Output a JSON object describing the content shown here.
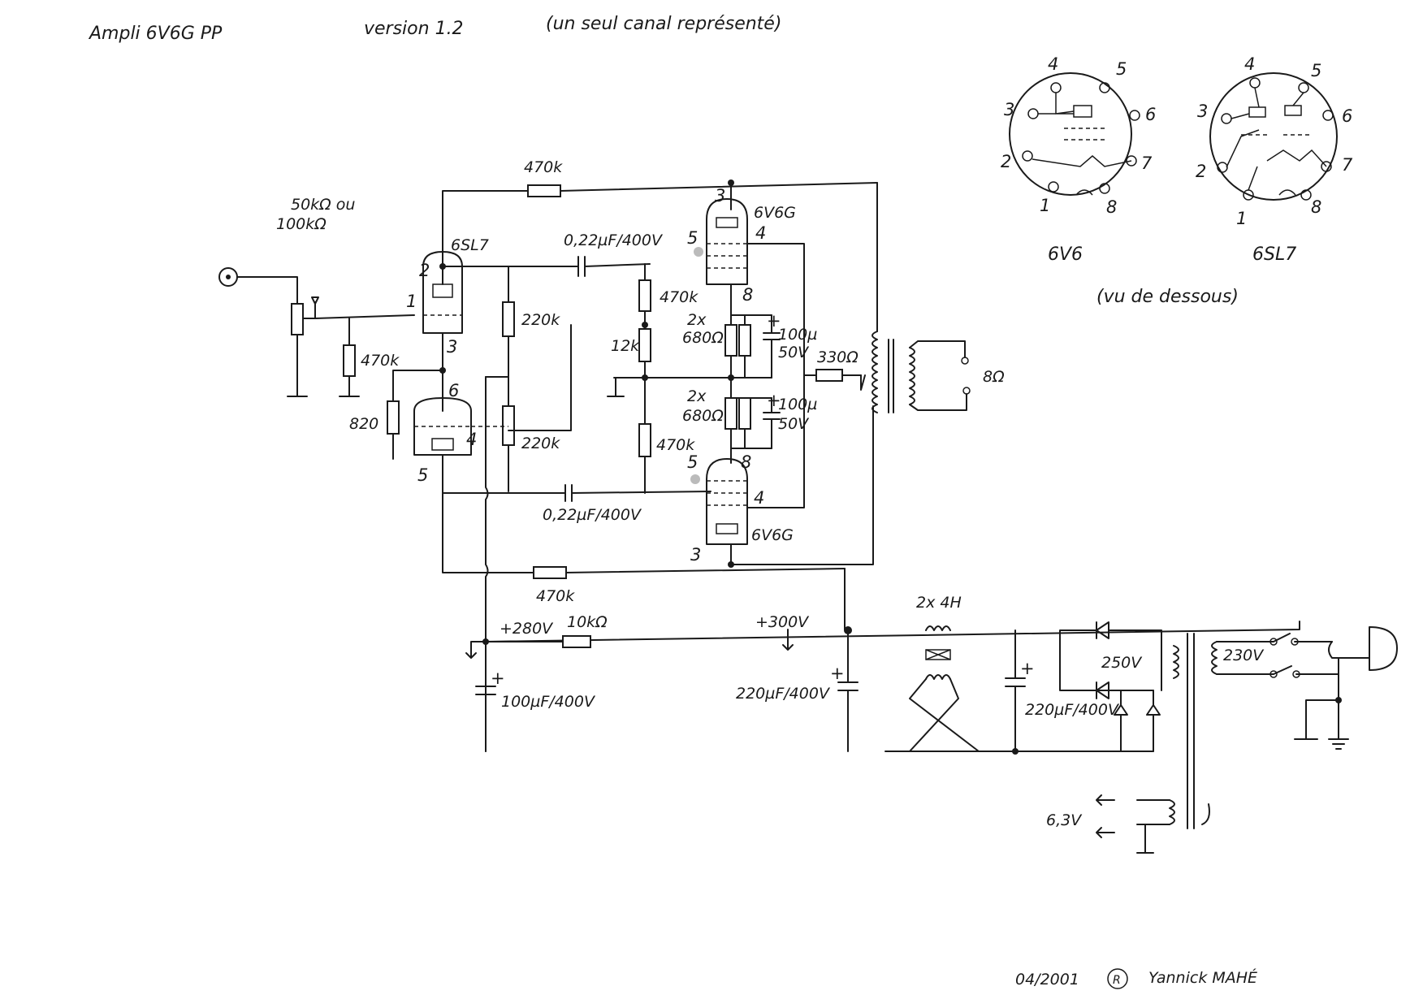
{
  "title": {
    "name": "Ampli 6V6G PP",
    "version": "version 1.2",
    "note": "(un seul canal représenté)"
  },
  "footer": {
    "date": "04/2001",
    "copyright_symbol": "R",
    "author": "Yannick MAHÉ"
  },
  "pinouts": {
    "caption": "(vu de dessous)",
    "tube_6v6": {
      "name": "6V6",
      "pins": [
        "1",
        "2",
        "3",
        "4",
        "5",
        "6",
        "7",
        "8"
      ]
    },
    "tube_6sl7": {
      "name": "6SL7",
      "pins": [
        "1",
        "2",
        "3",
        "4",
        "5",
        "6",
        "7",
        "8"
      ]
    }
  },
  "input_stage": {
    "pot_label_line1": "50kΩ ou",
    "pot_label_line2": "100kΩ",
    "grid_resistor": "470k",
    "cathode_resistor": "820",
    "tube": "6SL7",
    "pin_2": "2",
    "pin_1": "1",
    "pin_3": "3",
    "pin_6": "6",
    "pin_4": "4",
    "pin_5": "5",
    "plate_resistor_1": "220k",
    "plate_resistor_2": "220k"
  },
  "feedback": {
    "top_resistor": "470k",
    "bottom_resistor": "470k"
  },
  "coupling": {
    "cap_top": "0,22µF/400V",
    "cap_bottom": "0,22µF/400V",
    "grid_leak_top": "470k",
    "grid_leak_bottom": "470k",
    "divider_resistor": "12k"
  },
  "output_stage": {
    "tube_top": "6V6G",
    "tube_bottom": "6V6G",
    "pin_3_top": "3",
    "pin_5_top": "5",
    "pin_4_top": "4",
    "pin_8_top": "8",
    "pin_8_bottom": "8",
    "pin_5_bottom": "5",
    "pin_4_bottom": "4",
    "pin_3_bottom": "3",
    "cathode_res_top_qty": "2x",
    "cathode_res_top_val": "680Ω",
    "cathode_res_bottom_qty": "2x",
    "cathode_res_bottom_val": "680Ω",
    "cathode_cap_top_val": "100µ",
    "cathode_cap_top_volt": "50V",
    "cathode_cap_bottom_val": "100µ",
    "cathode_cap_bottom_volt": "50V",
    "screen_resistor": "330Ω",
    "load": "8Ω"
  },
  "power_supply": {
    "rail_280": "+280V",
    "rail_300": "+300V",
    "drop_resistor": "10kΩ",
    "cap_280": "100µF/400V",
    "cap_300": "220µF/400V",
    "choke": "2x 4H",
    "cap_reservoir": "220µF/400V",
    "secondary_voltage": "250V",
    "mains_voltage": "230V",
    "heater_voltage": "6,3V"
  },
  "colors": {
    "ink": "#1a1a1a",
    "paper": "#ffffff"
  }
}
